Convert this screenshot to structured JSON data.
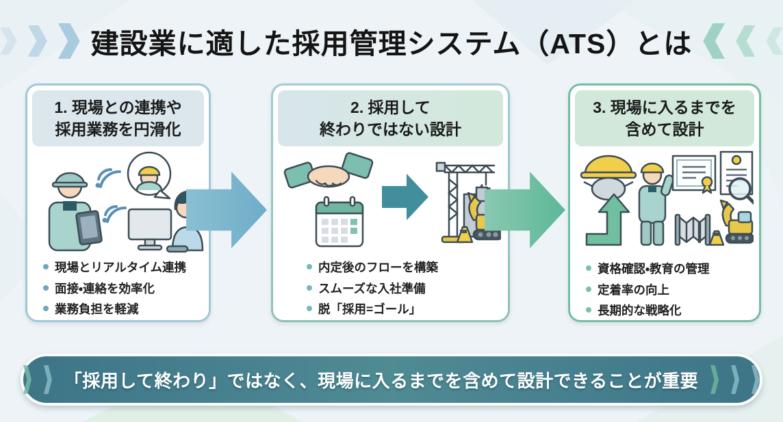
{
  "title": {
    "text": "建設業に適した採用管理システム（ATS）とは"
  },
  "cards": [
    {
      "heading": "1. 現場との連携や\n採用業務を円滑化",
      "bullets": [
        "現場とリアルタイム連携",
        "面接・連絡を効率化",
        "業務負担を軽減"
      ],
      "icons": [
        "worker-with-tablet-icon",
        "wifi-signal-icon",
        "video-call-worker-icon",
        "operator-at-monitor-icon"
      ],
      "accent_color": "#9fc8d6"
    },
    {
      "heading": "2. 採用して\n終わりではない設計",
      "bullets": [
        "内定後のフローを構築",
        "スムーズな入社準備",
        "脱「採用=ゴール」"
      ],
      "icons": [
        "handshake-icon",
        "calendar-icon",
        "flow-arrow-icon",
        "crane-construction-site-icon"
      ],
      "accent_color": "#8cc2b2"
    },
    {
      "heading": "3. 現場に入るまでを\n含めて設計",
      "bullets": [
        "資格確認・教育の管理",
        "定着率の向上",
        "長期的な戦略化"
      ],
      "icons": [
        "helmet-and-mask-icon",
        "worker-icon",
        "growth-arrow-icon",
        "certificates-magnifier-icon",
        "barrier-excavator-icon"
      ],
      "accent_color": "#74bda2"
    }
  ],
  "banner": {
    "text": "「採用して終わり」ではなく、現場に入るまでを含めて設計できることが重要"
  },
  "colors": {
    "background": "#edf3f6",
    "title_text": "#141414",
    "card1_border": "#9fc8d6",
    "card2_border_top": "#a2cbd8",
    "card2_border_bottom": "#8cc2b2",
    "card3_border": "#74bda2",
    "card1_header_bg": "#dbe7ec",
    "card3_header_bg": "#d1e8da",
    "arrow1": "#6fadc8",
    "arrow2": "#5cb897",
    "banner_bg": "#447e8c",
    "banner_text": "#ffffff"
  }
}
